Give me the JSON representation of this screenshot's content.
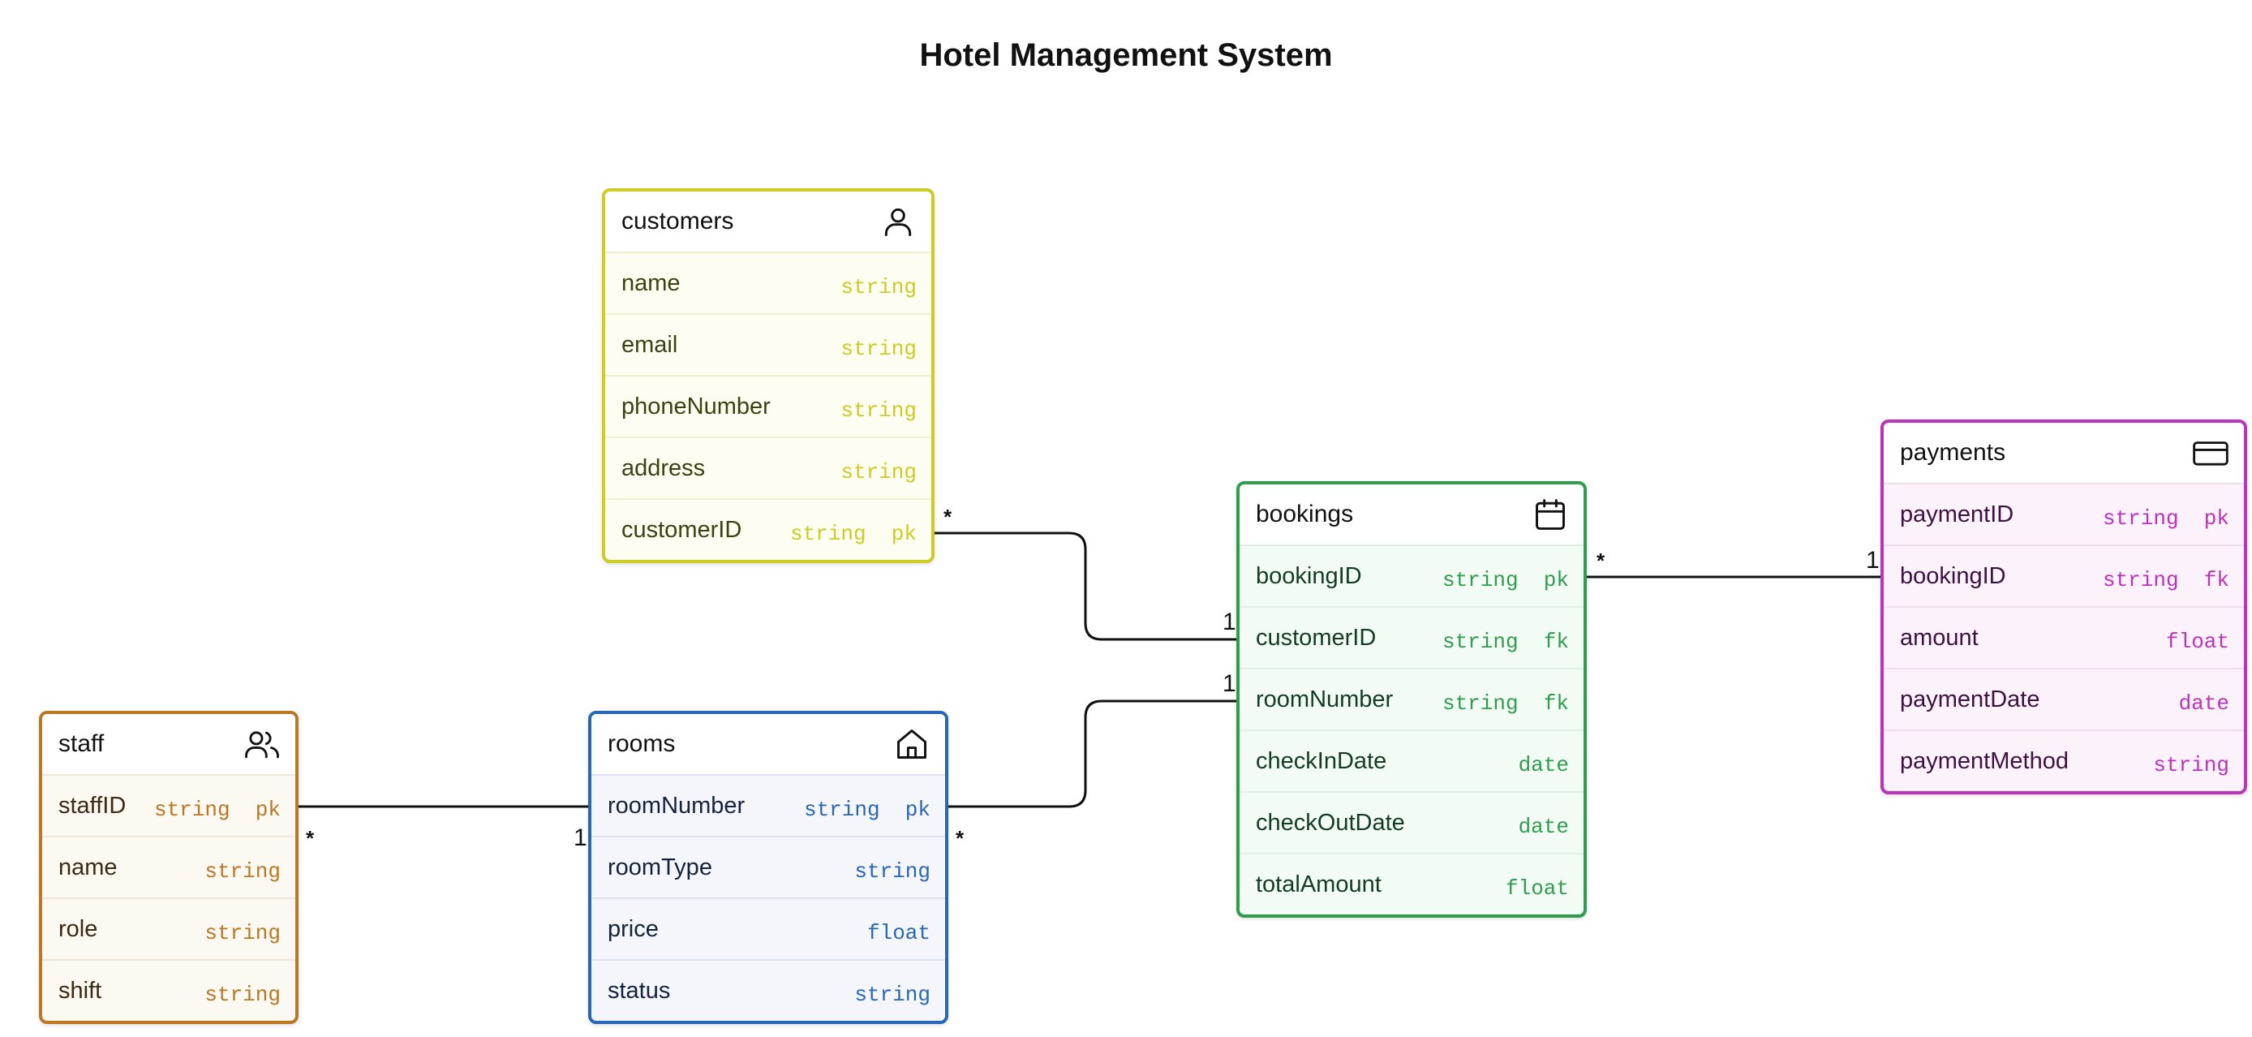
{
  "title": "Hotel Management System",
  "colors": {
    "customers": "#cccc22",
    "bookings": "#2e9e4e",
    "payments": "#bb33bb",
    "staff": "#bb7722",
    "rooms": "#2866b8"
  },
  "entities": {
    "customers": {
      "name": "customers",
      "icon": "person-icon",
      "fields": [
        {
          "name": "name",
          "type": "string"
        },
        {
          "name": "email",
          "type": "string"
        },
        {
          "name": "phoneNumber",
          "type": "string"
        },
        {
          "name": "address",
          "type": "string"
        },
        {
          "name": "customerID",
          "type": "string  pk"
        }
      ]
    },
    "bookings": {
      "name": "bookings",
      "icon": "calendar-icon",
      "fields": [
        {
          "name": "bookingID",
          "type": "string  pk"
        },
        {
          "name": "customerID",
          "type": "string  fk"
        },
        {
          "name": "roomNumber",
          "type": "string  fk"
        },
        {
          "name": "checkInDate",
          "type": "date"
        },
        {
          "name": "checkOutDate",
          "type": "date"
        },
        {
          "name": "totalAmount",
          "type": "float"
        }
      ]
    },
    "payments": {
      "name": "payments",
      "icon": "credit-card-icon",
      "fields": [
        {
          "name": "paymentID",
          "type": "string  pk"
        },
        {
          "name": "bookingID",
          "type": "string  fk"
        },
        {
          "name": "amount",
          "type": "float"
        },
        {
          "name": "paymentDate",
          "type": "date"
        },
        {
          "name": "paymentMethod",
          "type": "string"
        }
      ]
    },
    "staff": {
      "name": "staff",
      "icon": "users-icon",
      "fields": [
        {
          "name": "staffID",
          "type": "string  pk"
        },
        {
          "name": "name",
          "type": "string"
        },
        {
          "name": "role",
          "type": "string"
        },
        {
          "name": "shift",
          "type": "string"
        }
      ]
    },
    "rooms": {
      "name": "rooms",
      "icon": "home-icon",
      "fields": [
        {
          "name": "roomNumber",
          "type": "string  pk"
        },
        {
          "name": "roomType",
          "type": "string"
        },
        {
          "name": "price",
          "type": "float"
        },
        {
          "name": "status",
          "type": "string"
        }
      ]
    }
  },
  "relationships": [
    {
      "from": "customers.customerID",
      "to": "bookings.customerID",
      "from_card": "*",
      "to_card": "1"
    },
    {
      "from": "rooms.roomNumber",
      "to": "bookings.roomNumber",
      "from_card": "*",
      "to_card": "1"
    },
    {
      "from": "bookings.bookingID",
      "to": "payments.bookingID",
      "from_card": "*",
      "to_card": "1"
    },
    {
      "from": "staff.staffID",
      "to": "rooms.roomNumber",
      "from_card": "*",
      "to_card": "1"
    }
  ]
}
